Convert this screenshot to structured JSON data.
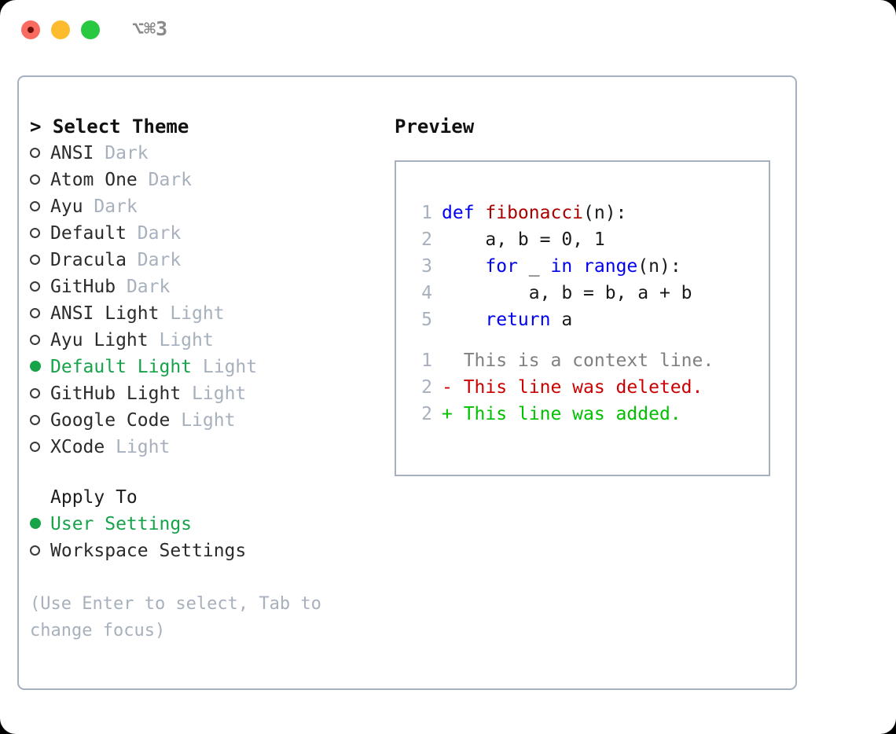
{
  "window": {
    "shortcut": "⌥⌘3",
    "traffic_lights": [
      {
        "name": "close",
        "color": "#f96a60"
      },
      {
        "name": "minimize",
        "color": "#fcbc2e"
      },
      {
        "name": "maximize",
        "color": "#28c840"
      }
    ]
  },
  "theme_list": {
    "header": "> Select Theme",
    "items": [
      {
        "marker": "empty",
        "name": "ANSI",
        "tag": "Dark",
        "selected": false
      },
      {
        "marker": "empty",
        "name": "Atom One",
        "tag": "Dark",
        "selected": false
      },
      {
        "marker": "empty",
        "name": "Ayu",
        "tag": "Dark",
        "selected": false
      },
      {
        "marker": "empty",
        "name": "Default",
        "tag": "Dark",
        "selected": false
      },
      {
        "marker": "empty",
        "name": "Dracula",
        "tag": "Dark",
        "selected": false
      },
      {
        "marker": "empty",
        "name": "GitHub",
        "tag": "Dark",
        "selected": false
      },
      {
        "marker": "empty",
        "name": "ANSI Light",
        "tag": "Light",
        "selected": false
      },
      {
        "marker": "empty",
        "name": "Ayu Light",
        "tag": "Light",
        "selected": false
      },
      {
        "marker": "filled",
        "name": "Default Light",
        "tag": "Light",
        "selected": true
      },
      {
        "marker": "empty",
        "name": "GitHub Light",
        "tag": "Light",
        "selected": false
      },
      {
        "marker": "empty",
        "name": "Google Code",
        "tag": "Light",
        "selected": false
      },
      {
        "marker": "empty",
        "name": "XCode",
        "tag": "Light",
        "selected": false
      }
    ]
  },
  "apply_to": {
    "header": "Apply To",
    "items": [
      {
        "marker": "filled",
        "name": "User Settings",
        "selected": true
      },
      {
        "marker": "empty",
        "name": "Workspace Settings",
        "selected": false
      }
    ]
  },
  "hint": "(Use Enter to select, Tab to change focus)",
  "preview": {
    "title": "Preview",
    "code_lines": [
      {
        "num": "1",
        "tokens": [
          {
            "t": "def ",
            "c": "kw"
          },
          {
            "t": "fibonacci",
            "c": "fn"
          },
          {
            "t": "(n):",
            "c": "plain"
          }
        ]
      },
      {
        "num": "2",
        "tokens": [
          {
            "t": "    a, b = 0, 1",
            "c": "plain"
          }
        ]
      },
      {
        "num": "3",
        "tokens": [
          {
            "t": "    ",
            "c": "plain"
          },
          {
            "t": "for",
            "c": "kw"
          },
          {
            "t": " _ ",
            "c": "plain"
          },
          {
            "t": "in",
            "c": "kw"
          },
          {
            "t": " ",
            "c": "plain"
          },
          {
            "t": "range",
            "c": "kw"
          },
          {
            "t": "(n):",
            "c": "plain"
          }
        ]
      },
      {
        "num": "4",
        "tokens": [
          {
            "t": "        a, b = b, a + b",
            "c": "plain"
          }
        ]
      },
      {
        "num": "5",
        "tokens": [
          {
            "t": "    ",
            "c": "plain"
          },
          {
            "t": "return",
            "c": "kw"
          },
          {
            "t": " a",
            "c": "plain"
          }
        ]
      }
    ],
    "diff_lines": [
      {
        "num": "1",
        "text": "  This is a context line.",
        "kind": "ctx"
      },
      {
        "num": "2",
        "text": "- This line was deleted.",
        "kind": "del"
      },
      {
        "num": "2",
        "text": "+ This line was added.",
        "kind": "add"
      }
    ]
  },
  "colors": {
    "accent_green": "#16a34a",
    "muted": "#a7b0bd",
    "keyword": "#0000ee",
    "function": "#aa0000",
    "diff_add": "#00c000",
    "diff_del": "#cc0000",
    "border": "#a6b0be"
  }
}
